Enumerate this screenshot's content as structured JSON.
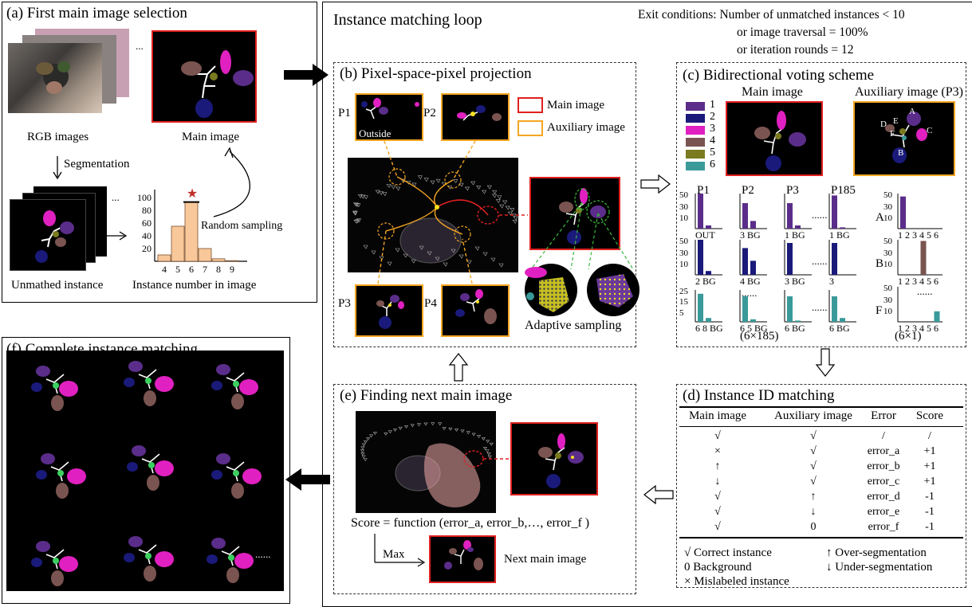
{
  "panel_a": {
    "title": "(a) First main image selection",
    "rgb_label": "RGB images",
    "main_label": "Main image",
    "seg_label": "Segmentation",
    "unmatched_label": "Unmathed instance",
    "hist_xlabel": "Instance number in image",
    "random_label": "Random sampling",
    "dots": "...",
    "hist_yticks": [
      "100",
      "80",
      "60",
      "40",
      "20"
    ],
    "hist": {
      "categories": [
        "4",
        "5",
        "6",
        "7",
        "8",
        "9"
      ],
      "values": [
        10,
        55,
        93,
        20,
        4,
        1
      ]
    }
  },
  "loop": {
    "title": "Instance matching loop",
    "exit": [
      "Exit conditions: Number of unmatched instances < 10",
      "or image traversal = 100%",
      "or iteration rounds = 12"
    ]
  },
  "panel_b": {
    "title": "(b) Pixel-space-pixel  projection",
    "legend_main": "Main image",
    "legend_aux": "Auxiliary image",
    "p1": "P1",
    "p2": "P2",
    "p3": "P3",
    "p4": "P4",
    "outside": "Outside",
    "adaptive": "Adaptive sampling"
  },
  "panel_c": {
    "title": "(c) Bidirectional voting scheme",
    "main_label": "Main image",
    "aux_label": "Auxiliary image (P3)",
    "legend": [
      "1",
      "2",
      "3",
      "4",
      "5",
      "6"
    ],
    "legend_colors": [
      "#5b2d8a",
      "#1a1a7a",
      "#e020c0",
      "#7a5450",
      "#7a7a20",
      "#3a9a9a"
    ],
    "aux_letters": [
      "A",
      "B",
      "C",
      "D",
      "E",
      "F"
    ],
    "cols": [
      "P1",
      "P2",
      "P3",
      "P185"
    ],
    "dim_left": "(6×185)",
    "dim_right": "(6×1)",
    "row_letters": [
      "A",
      "B",
      "F"
    ],
    "xlabels_r1": [
      "OUT",
      "3 BG",
      "1 BG",
      "1 BG"
    ],
    "xlabels_r2": [
      "2 BG",
      "4 BG",
      "3 BG",
      "3"
    ],
    "xlabels_r3": [
      "6   8 BG",
      "6  5 BG",
      "6 BG",
      "6 BG"
    ],
    "right_xlabel": "1 2 3 4 5 6",
    "yt_r12": [
      "50",
      "30",
      "10"
    ],
    "yt_r3": [
      "25",
      "15",
      "5"
    ],
    "dots": "......"
  },
  "panel_d": {
    "title": "(d) Instance ID matching",
    "headers": [
      "Main image",
      "Auxiliary image",
      "Error",
      "Score"
    ],
    "rows": [
      [
        "√",
        "√",
        "/",
        "/"
      ],
      [
        "×",
        "√",
        "error_a",
        "+1"
      ],
      [
        "↑",
        "√",
        "error_b",
        "+1"
      ],
      [
        "↓",
        "√",
        "error_c",
        "+1"
      ],
      [
        "√",
        "↑",
        "error_d",
        "-1"
      ],
      [
        "√",
        "↓",
        "error_e",
        "-1"
      ],
      [
        "√",
        "0",
        "error_f",
        "-1"
      ]
    ],
    "legend": [
      "√  Correct instance",
      "0  Background",
      "×  Mislabeled instance",
      "↑  Over-segmentation",
      "↓  Under-segmentation"
    ]
  },
  "panel_e": {
    "title": "(e) Finding next main image",
    "score": "Score = function (error_a, error_b,…, error_f )",
    "max": "Max",
    "next": "Next main image"
  },
  "panel_f": {
    "title": "(f) Complete instance matching",
    "dots": "......"
  },
  "colors": {
    "main_frame": "#e02020",
    "aux_frame": "#f5a623",
    "hist_bar": "#f8c89a"
  }
}
